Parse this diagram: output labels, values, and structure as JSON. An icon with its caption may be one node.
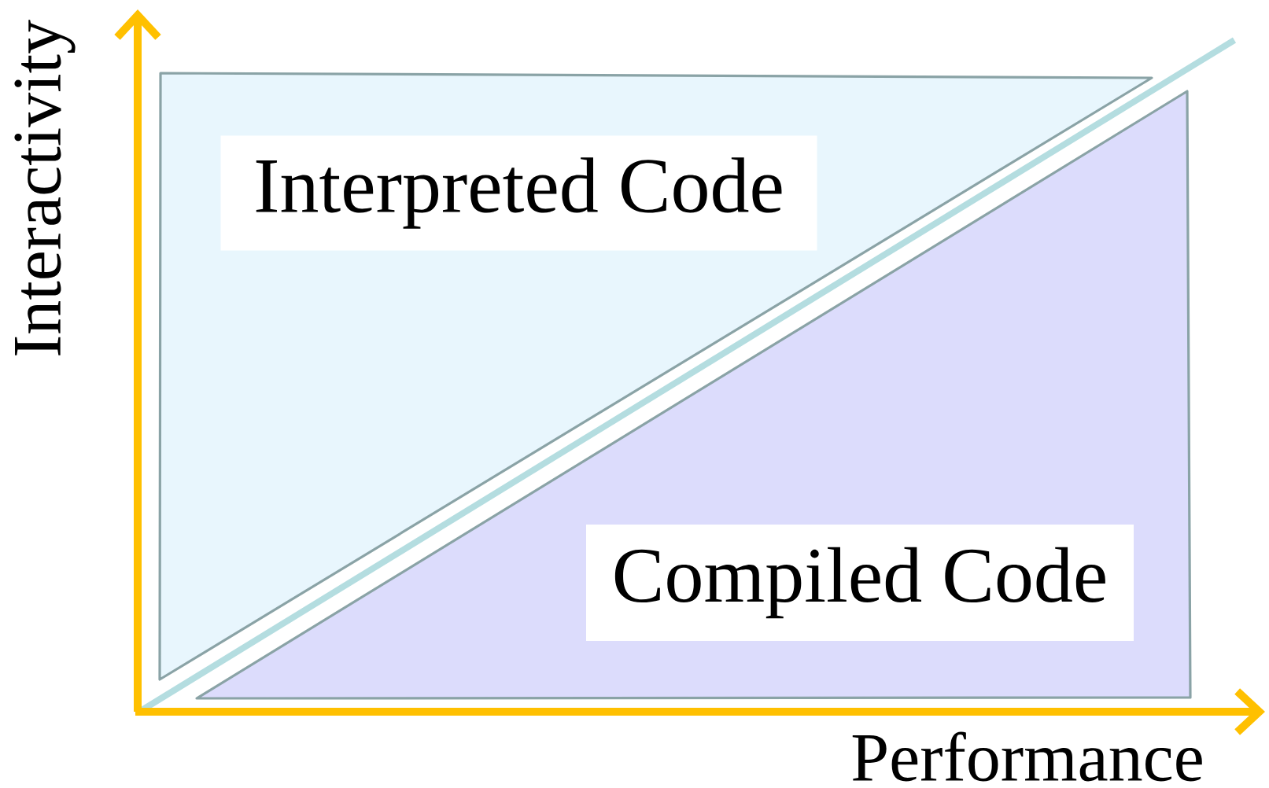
{
  "diagram": {
    "nodes": [
      {
        "text": [
          "Interpreted Code"
        ]
      },
      {
        "text": [
          "Compiled Code"
        ]
      }
    ],
    "labels": [
      "Interactivity",
      "Performance"
    ]
  }
}
